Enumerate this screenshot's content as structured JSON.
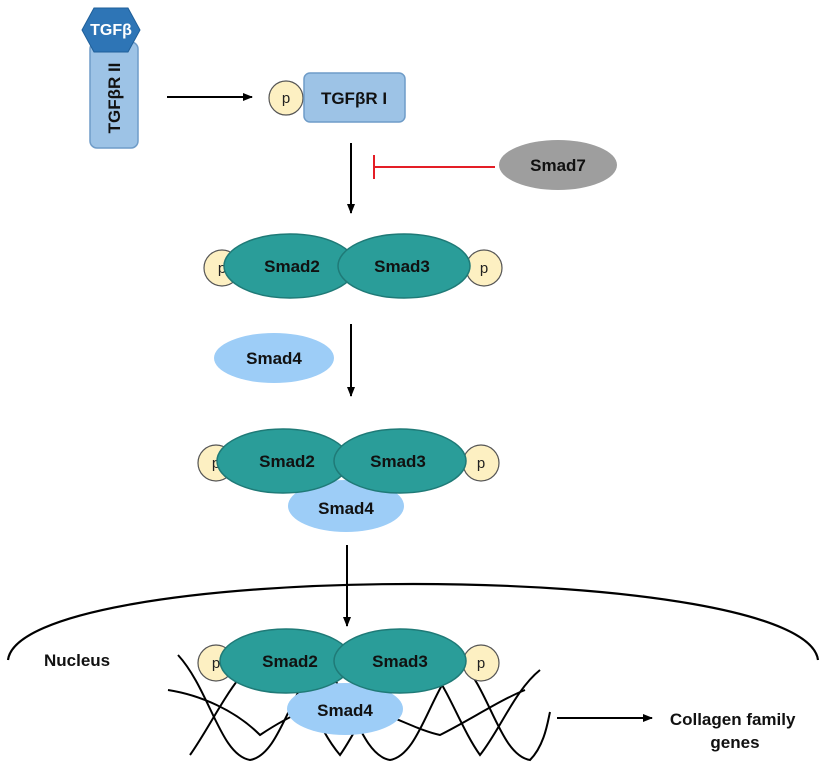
{
  "colors": {
    "receptor": "#9dc3e6",
    "receptor_stroke": "#6f9cc8",
    "ligand": "#2e75b6",
    "smad23": "#2a9d99",
    "smad23_stroke": "#1f7a77",
    "smad4": "#9dcdf7",
    "smad7": "#9e9e9e",
    "phospho": "#fdf0c2",
    "phospho_stroke": "#555555",
    "inhibit": "#e41e26",
    "arrow": "#000000"
  },
  "ligand": {
    "label": "TGFβ"
  },
  "receptor2": {
    "label": "TGFβR II"
  },
  "receptor1": {
    "label": "TGFβR I",
    "phospho": "p"
  },
  "inhibitor": {
    "label": "Smad7"
  },
  "complex1": {
    "left": "Smad2",
    "right": "Smad3",
    "p_left": "p",
    "p_right": "p"
  },
  "free_smad4": {
    "label": "Smad4"
  },
  "complex2": {
    "left": "Smad2",
    "right": "Smad3",
    "bottom": "Smad4",
    "p_left": "p",
    "p_right": "p"
  },
  "nucleus": {
    "label": "Nucleus",
    "complex": {
      "left": "Smad2",
      "right": "Smad3",
      "bottom": "Smad4",
      "p_left": "p",
      "p_right": "p"
    }
  },
  "output": {
    "line1": "Collagen family",
    "line2": "genes"
  }
}
